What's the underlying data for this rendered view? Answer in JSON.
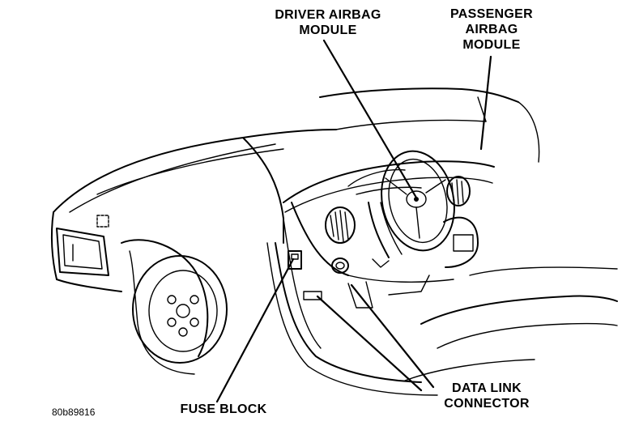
{
  "labels": {
    "driver_airbag": {
      "line1": "DRIVER AIRBAG",
      "line2": "MODULE"
    },
    "passenger_airbag": {
      "line1": "PASSENGER",
      "line2": "AIRBAG",
      "line3": "MODULE"
    },
    "data_link": {
      "line1": "DATA LINK",
      "line2": "CONNECTOR"
    },
    "fuse_block": {
      "line1": "FUSE BLOCK"
    }
  },
  "figure_id": "80b89816",
  "colors": {
    "ink": "#000000",
    "paper": "#ffffff"
  }
}
